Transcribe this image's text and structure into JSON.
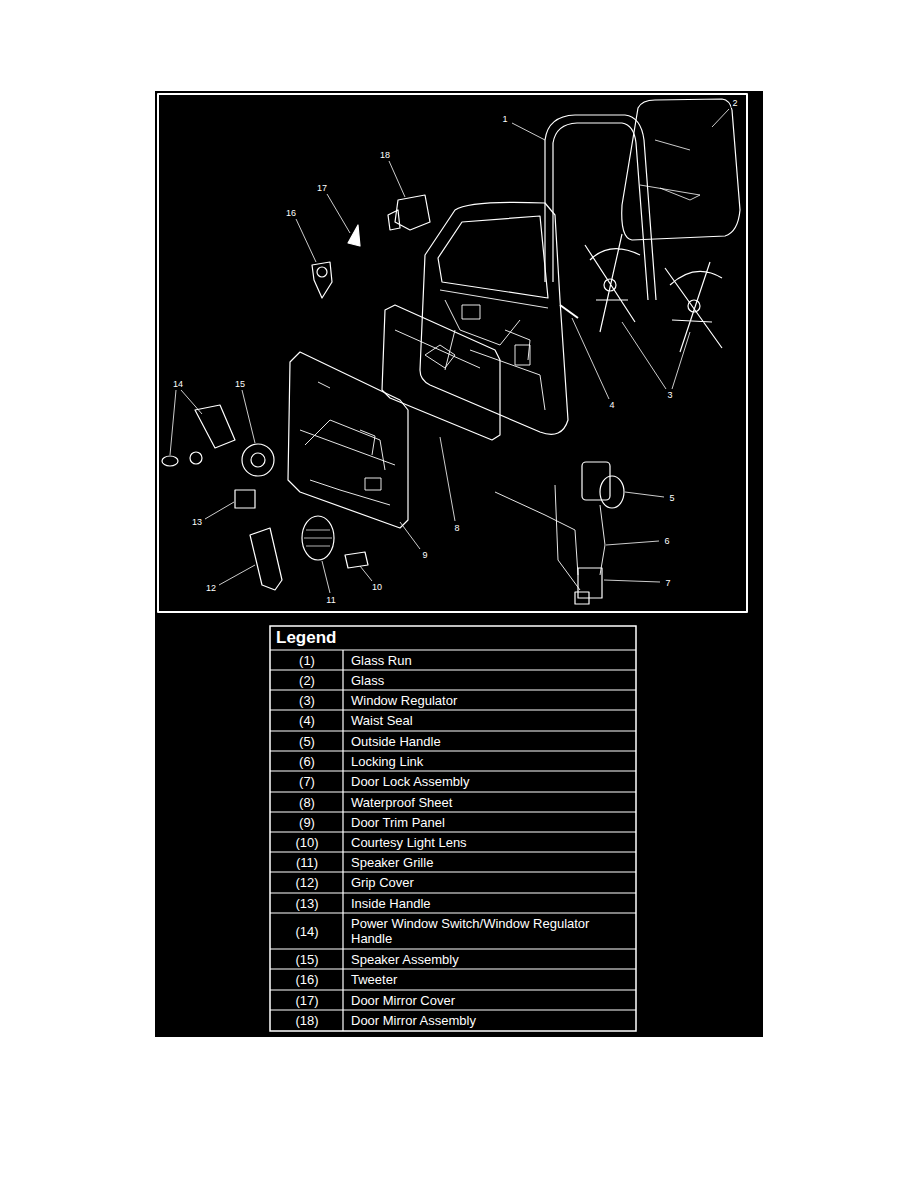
{
  "diagram": {
    "labels": [
      "1",
      "2",
      "3",
      "4",
      "5",
      "6",
      "7",
      "8",
      "9",
      "10",
      "11",
      "12",
      "13",
      "14",
      "15",
      "16",
      "17",
      "18",
      "Legend",
      "(1)",
      "Glass Run",
      "(2)",
      "Glass",
      "(3)",
      "Window Regulator",
      "(4)",
      "Waist Seal",
      "(5)",
      "Outside Handle",
      "(6)",
      "Locking Link",
      "(7)",
      "Door Lock Assembly",
      "(8)",
      "Waterproof Sheet",
      "(9)",
      "Door Trim Panel",
      "(10)",
      "Courtesy Light Lens",
      "(11)",
      "Speaker Grille",
      "(12)",
      "Grip Cover",
      "(13)",
      "Inside Handle",
      "(14)",
      "Power Window Switch/Window Regulator Handle",
      "(15)",
      "Speaker Assembly",
      "(16)",
      "Tweeter",
      "(17)",
      "Door Mirror Cover",
      "(18)",
      "Door Mirror Assembly"
    ]
  }
}
